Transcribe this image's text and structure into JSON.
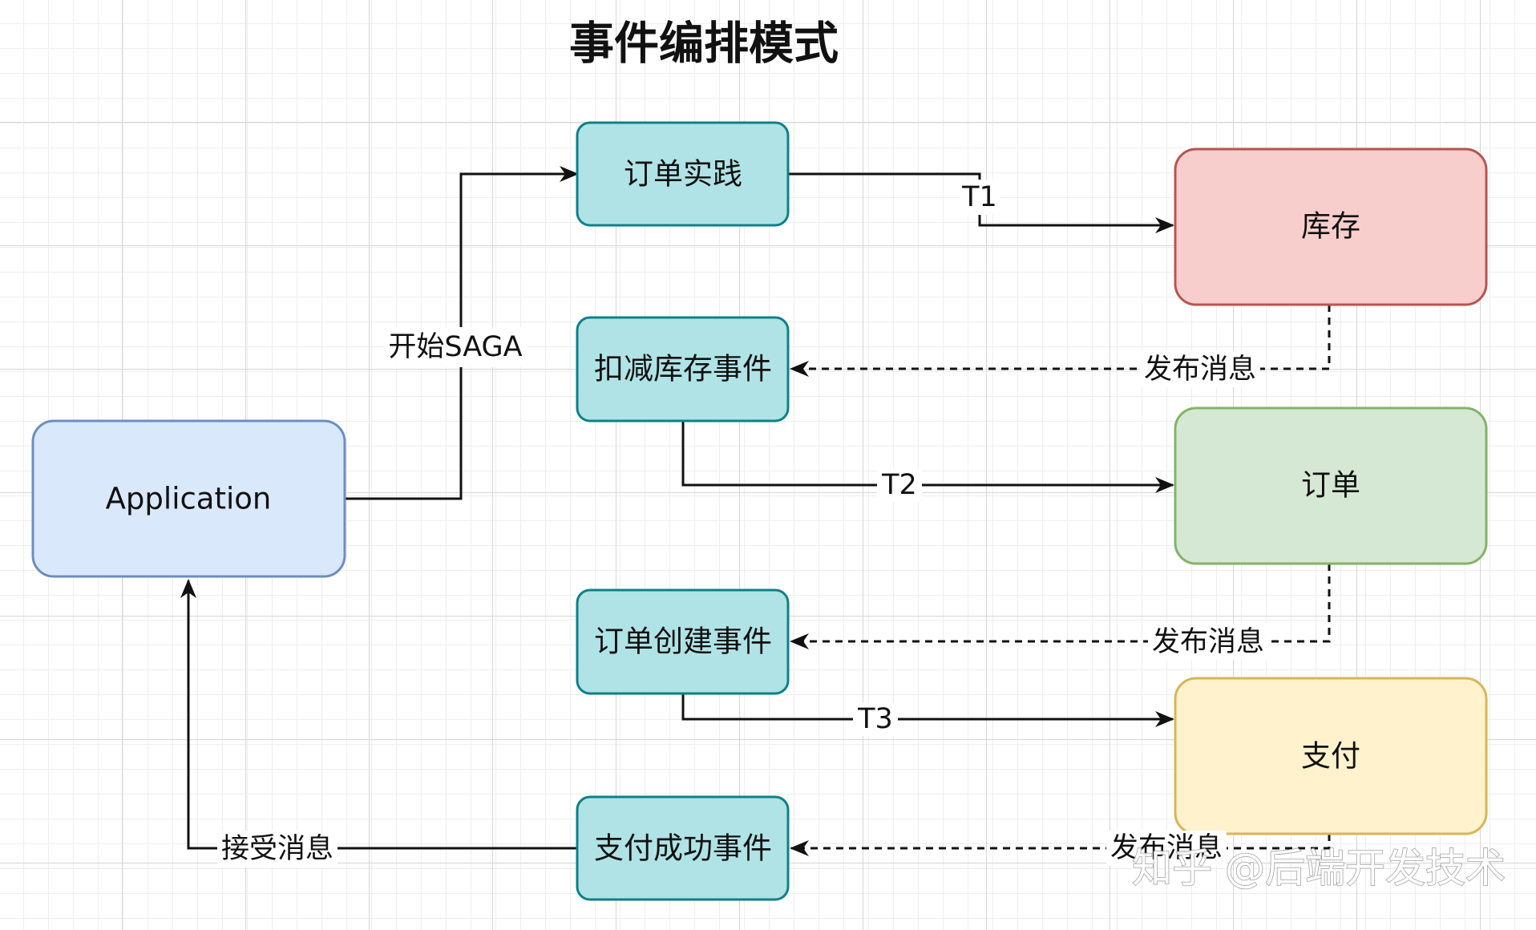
{
  "diagram": {
    "title": "事件编排模式",
    "colors": {
      "application_fill": "#dae8fc",
      "application_stroke": "#6c8ebf",
      "event_fill": "#b0e3e6",
      "event_stroke": "#0e8088",
      "inventory_fill": "#f8cecc",
      "inventory_stroke": "#b85450",
      "order_fill": "#d5e8d4",
      "order_stroke": "#82b366",
      "payment_fill": "#fff2cc",
      "payment_stroke": "#d6b656"
    },
    "nodes": {
      "application": "Application",
      "order_practice": "订单实践",
      "deduct_inventory_event": "扣减库存事件",
      "order_created_event": "订单创建事件",
      "payment_success_event": "支付成功事件",
      "inventory": "库存",
      "order": "订单",
      "payment": "支付"
    },
    "edges": {
      "start_saga": "开始SAGA",
      "t1": "T1",
      "t2": "T2",
      "t3": "T3",
      "publish_inventory": "发布消息",
      "publish_order": "发布消息",
      "publish_payment": "发布消息",
      "receive_message": "接受消息"
    },
    "watermark": "知乎 @后端开发技术"
  }
}
